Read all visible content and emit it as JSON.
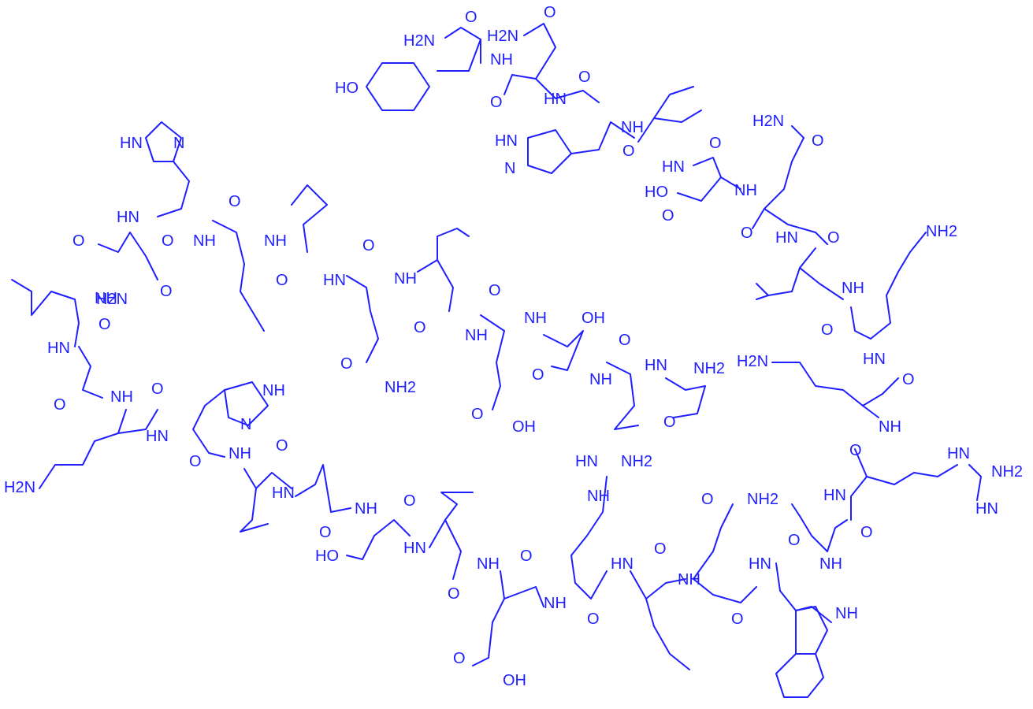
{
  "colors": {
    "ink": "#1f1fff",
    "background": "#ffffff"
  },
  "labels": {
    "nh": "NH",
    "hn": "HN",
    "h2n": "H2N",
    "nh2": "NH2",
    "o": "O",
    "oh": "OH",
    "ho": "HO",
    "hno": "HN",
    "n": "N"
  },
  "atom_labels": [
    "H2N",
    "O",
    "H2N",
    "O",
    "HO",
    "NH",
    "HN",
    "O",
    "O",
    "HN",
    "NH",
    "HN",
    "N",
    "O",
    "NH",
    "O",
    "H2N",
    "O",
    "HO",
    "NH",
    "O",
    "O",
    "HN",
    "O",
    "NH2",
    "HN",
    "N",
    "NH",
    "HN",
    "O",
    "N",
    "NH",
    "O",
    "O",
    "HN",
    "NH",
    "O",
    "O",
    "O",
    "NH",
    "NH",
    "H2N",
    "O",
    "O",
    "HN",
    "NH",
    "O",
    "O",
    "NH",
    "OH",
    "NH",
    "O",
    "O",
    "OH",
    "NH",
    "O",
    "NH",
    "O",
    "NH",
    "NH2",
    "O",
    "NH2",
    "H2N",
    "NH",
    "O",
    "O",
    "NH",
    "HN",
    "NH",
    "HN",
    "O",
    "NH",
    "N",
    "O",
    "NH",
    "O",
    "H2N",
    "O",
    "HO",
    "NH",
    "O",
    "HN",
    "O",
    "NH",
    "O",
    "HN",
    "NH2",
    "NH",
    "O",
    "NH",
    "HN",
    "O",
    "NH",
    "O",
    "HN",
    "O",
    "NH",
    "NH",
    "O",
    "O",
    "NH",
    "O",
    "O",
    "OH",
    "NH",
    "O",
    "NH2",
    "HN",
    "NH2",
    "NH",
    "HN"
  ]
}
